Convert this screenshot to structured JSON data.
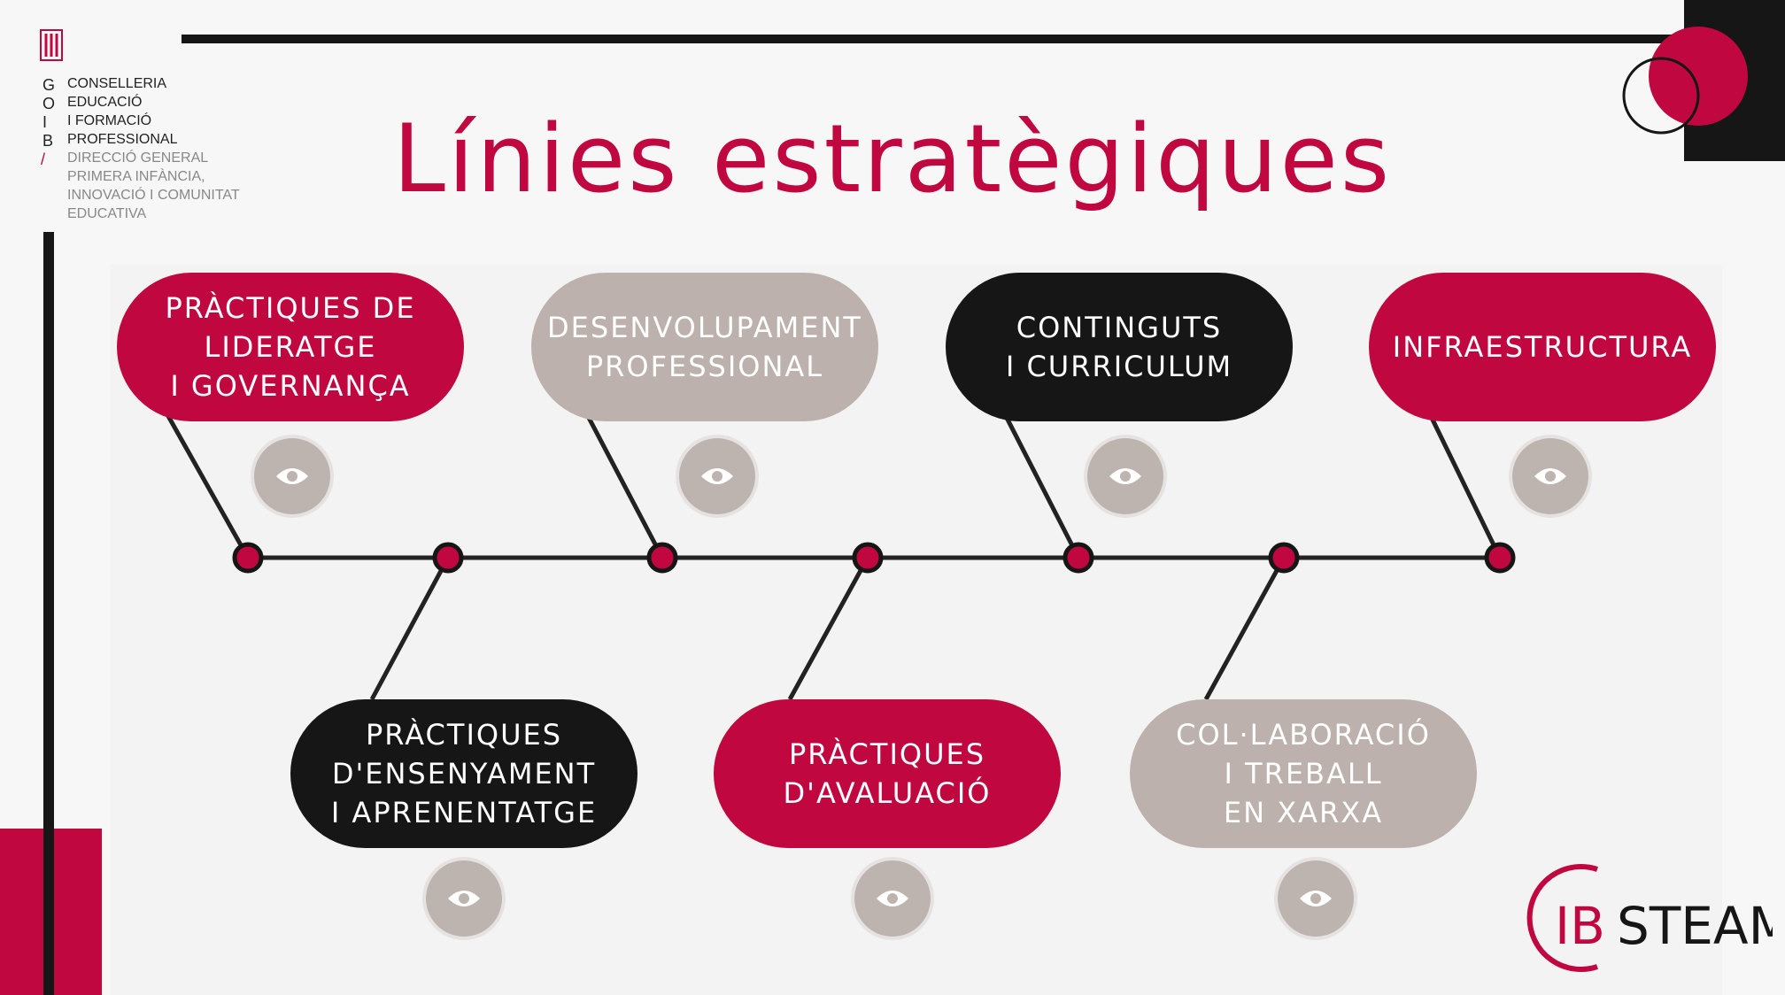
{
  "logo": {
    "letters": [
      "G",
      "O",
      "I",
      "B"
    ],
    "lines": [
      "CONSELLERIA",
      "EDUCACIÓ",
      "I FORMACIÓ",
      "PROFESSIONAL"
    ],
    "sublines": [
      "DIRECCIÓ GENERAL",
      "PRIMERA INFÀNCIA,",
      "INNOVACIÓ I COMUNITAT",
      "EDUCATIVA"
    ]
  },
  "title": "Línies estratègiques",
  "top_items": [
    {
      "label": "PRÀCTIQUES DE\nLIDERATGE\nI GOVERNANÇA",
      "color": "#c1073f"
    },
    {
      "label": "DESENVOLUPAMENT\nPROFESSIONAL",
      "color": "#bcb1ac"
    },
    {
      "label": "CONTINGUTS\nI CURRICULUM",
      "color": "#161616"
    },
    {
      "label": "INFRAESTRUCTURA",
      "color": "#c1073f"
    }
  ],
  "bottom_items": [
    {
      "label": "PRÀCTIQUES\nD'ENSENYAMENT\nI APRENENTATGE",
      "color": "#161616"
    },
    {
      "label": "PRÀCTIQUES\nD'AVALUACIÓ",
      "color": "#c1073f"
    },
    {
      "label": "COL·LABORACIÓ\nI TREBALL\nEN XARXA",
      "color": "#bcb1ac"
    }
  ],
  "brand": {
    "prefix": "IB",
    "suffix": "STEAM"
  },
  "colors": {
    "accent": "#c1073f",
    "dark": "#161616",
    "neutral": "#bcb1ac"
  }
}
